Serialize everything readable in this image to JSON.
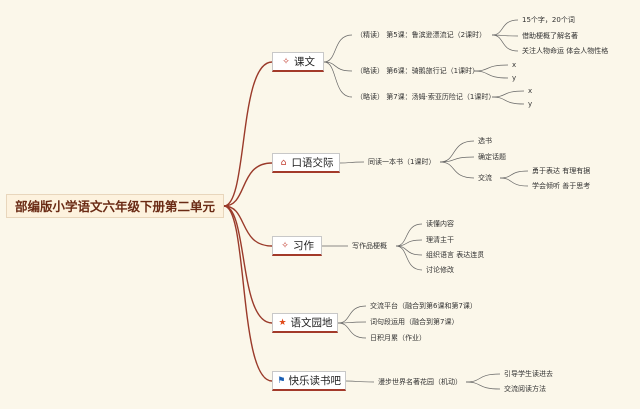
{
  "root": {
    "label": "部编版小学语文六年级下册第二单元"
  },
  "branches": [
    {
      "label": "课文",
      "icon": "wand-icon",
      "icon_color": "#c0392b",
      "items": [
        {
          "label": "（精读）  第5课：鲁滨逊漂流记（2课时）",
          "children": [
            "15个字，20个词",
            "借助梗概了解名著",
            "关注人物命运 体会人物性格"
          ]
        },
        {
          "label": "（略读）  第6课：骑鹅旅行记（1课时）",
          "children": [
            "x",
            "y"
          ]
        },
        {
          "label": "（略读）  第7课：汤姆·索亚历险记（1课时）",
          "children": [
            "x",
            "y"
          ]
        }
      ]
    },
    {
      "label": "口语交际",
      "icon": "home-icon",
      "icon_color": "#c0392b",
      "items": [
        {
          "label": "同读一本书（1课时）",
          "children": [
            "选书",
            "确定话题",
            "交流"
          ],
          "grandchildren": [
            "勇于表达 有理有据",
            "学会倾听 善于思考"
          ]
        }
      ]
    },
    {
      "label": "习作",
      "icon": "wand-icon",
      "icon_color": "#c0392b",
      "items": [
        {
          "label": "写作品梗概",
          "children": [
            "读懂内容",
            "理清主干",
            "组织语言 表达连贯",
            "讨论修改"
          ]
        }
      ]
    },
    {
      "label": "语文园地",
      "icon": "star-icon",
      "icon_color": "#e04a1a",
      "items": [
        {
          "label": "交流平台（融合到第6课和第7课）"
        },
        {
          "label": "词句段运用（融合到第7课）"
        },
        {
          "label": "日积月累（作业）"
        }
      ]
    },
    {
      "label": "快乐读书吧",
      "icon": "flag-icon",
      "icon_color": "#1a5fb4",
      "items": [
        {
          "label": "漫步世界名著花园（机动）",
          "children": [
            "引导学生读进去",
            "交流阅读方法"
          ]
        }
      ]
    }
  ]
}
